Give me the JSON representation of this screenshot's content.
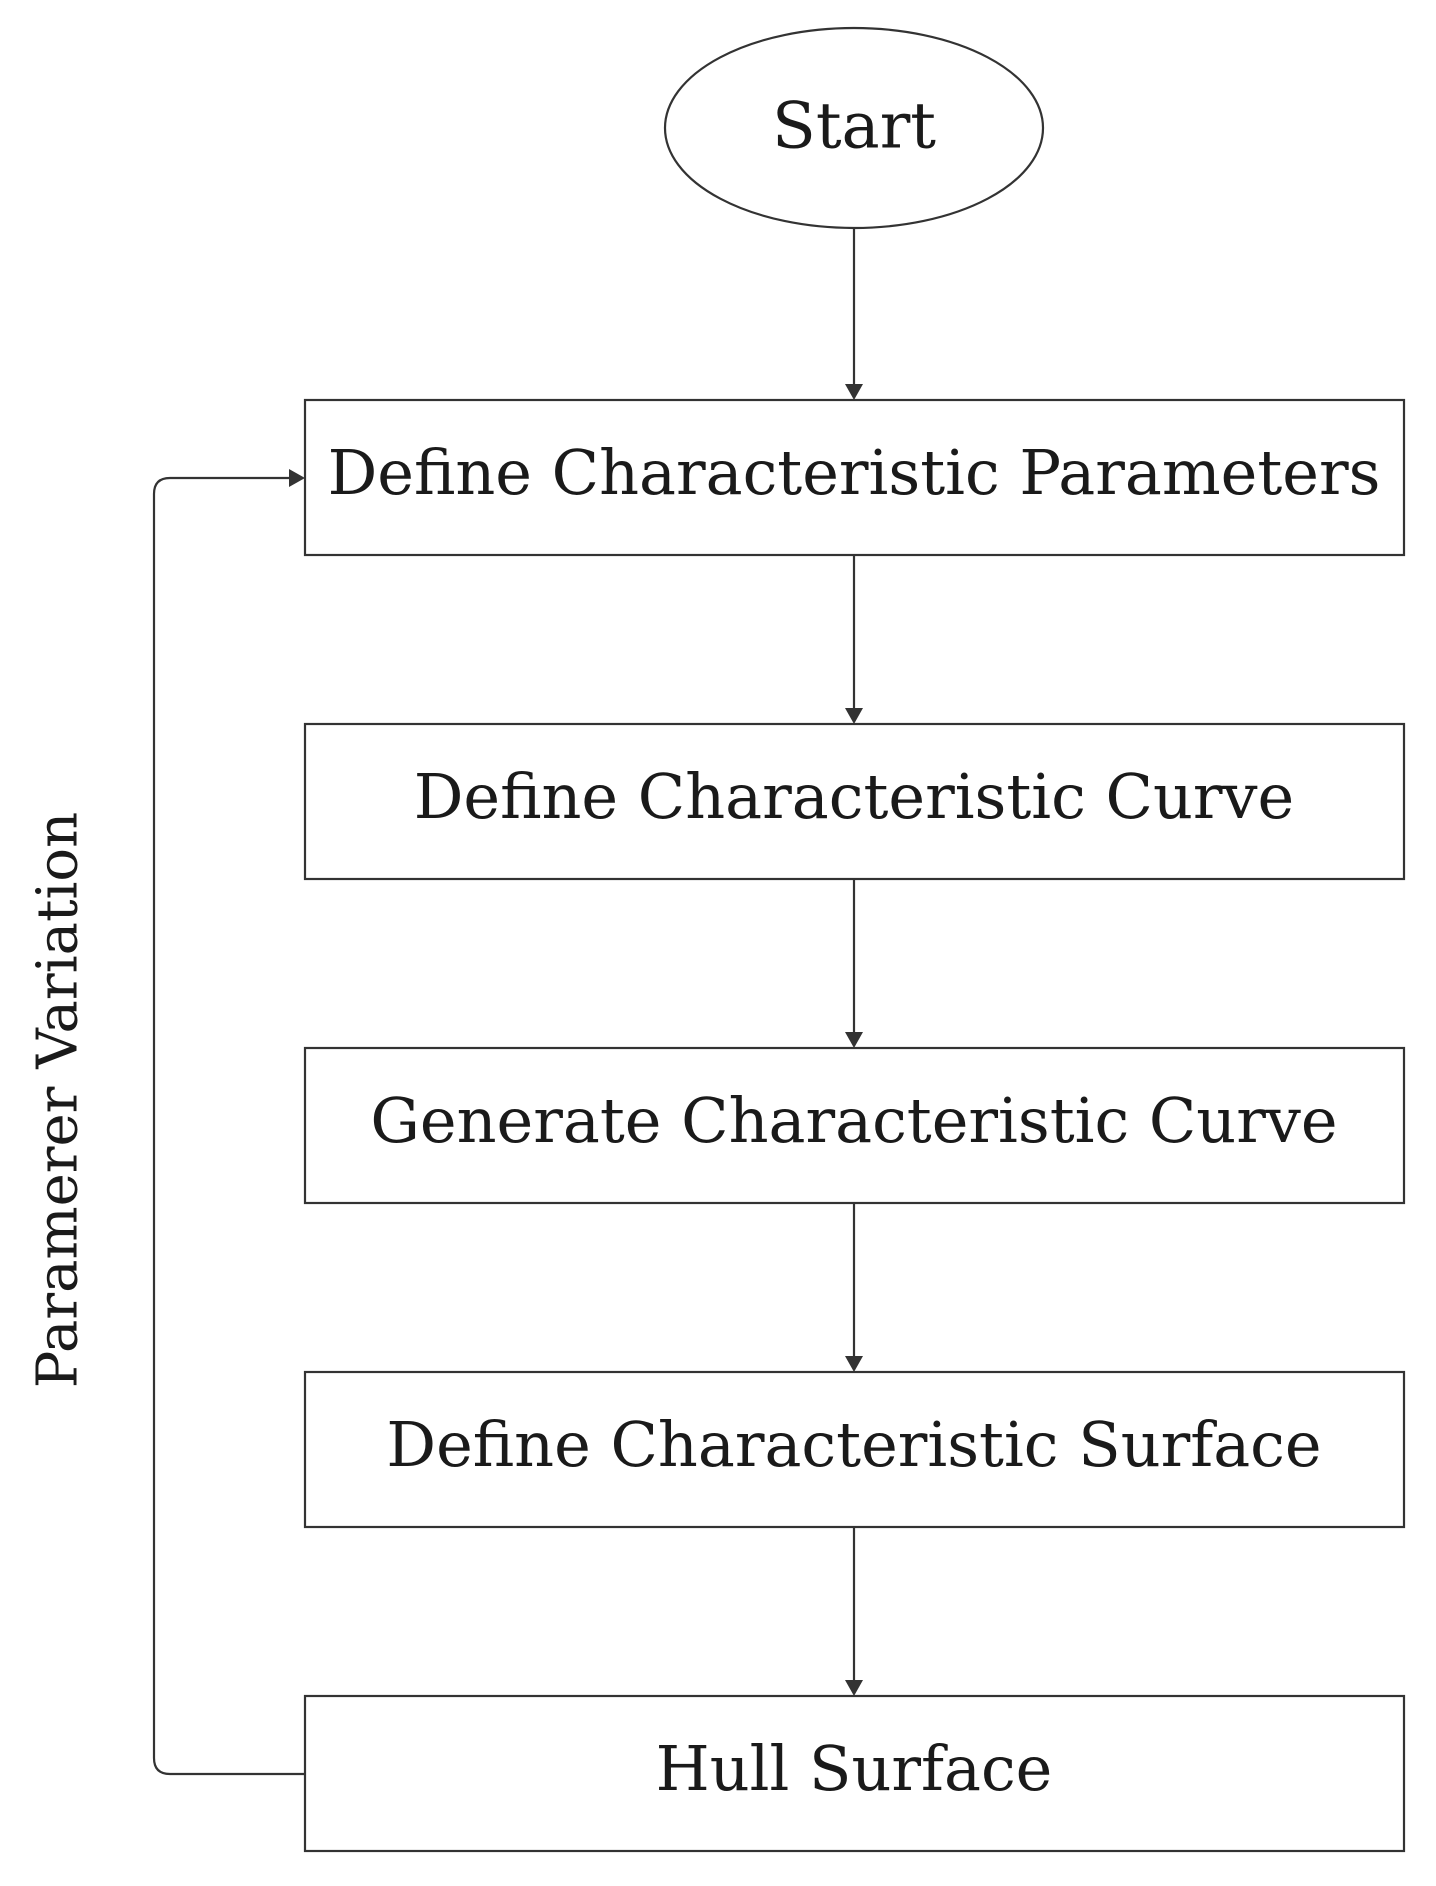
{
  "diagram": {
    "start": "Start",
    "steps": [
      "Define Characteristic Parameters",
      "Define Characteristic Curve",
      "Generate Characteristic Curve",
      "Define Characteristic Surface",
      "Hull Surface"
    ],
    "loop_label": "Paramerer Variation"
  }
}
